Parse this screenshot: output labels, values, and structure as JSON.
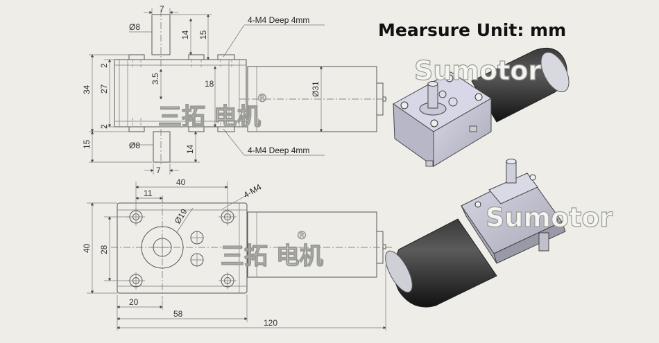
{
  "title": "Mearsure Unit: mm",
  "watermark": {
    "en": "Sumotor",
    "cn": "三拓 电机",
    "reg": "®"
  },
  "notes": {
    "hole_top": "4-M4 Deep 4mm",
    "hole_bottom": "4-M4 Deep 4mm",
    "hole_front": "4-M4"
  },
  "dims_side": {
    "shaft_width": "7",
    "shaft_dia_top": "Ø8",
    "d14_top": "14",
    "d15_top": "15",
    "d2_top": "2",
    "d34": "34",
    "d27": "27",
    "d3_5": "3.5",
    "d18": "18",
    "motor_dia": "Ø31",
    "d2_bottom": "2",
    "d15_bottom": "15",
    "shaft_dia_bottom": "Ø8",
    "d14_bottom": "14",
    "shaft_width_bottom": "7"
  },
  "dims_front": {
    "d40_top": "40",
    "d11": "11",
    "boss_dia": "Ø19",
    "d40_side": "40",
    "d28": "28",
    "d20": "20",
    "d58": "58",
    "d120": "120"
  }
}
